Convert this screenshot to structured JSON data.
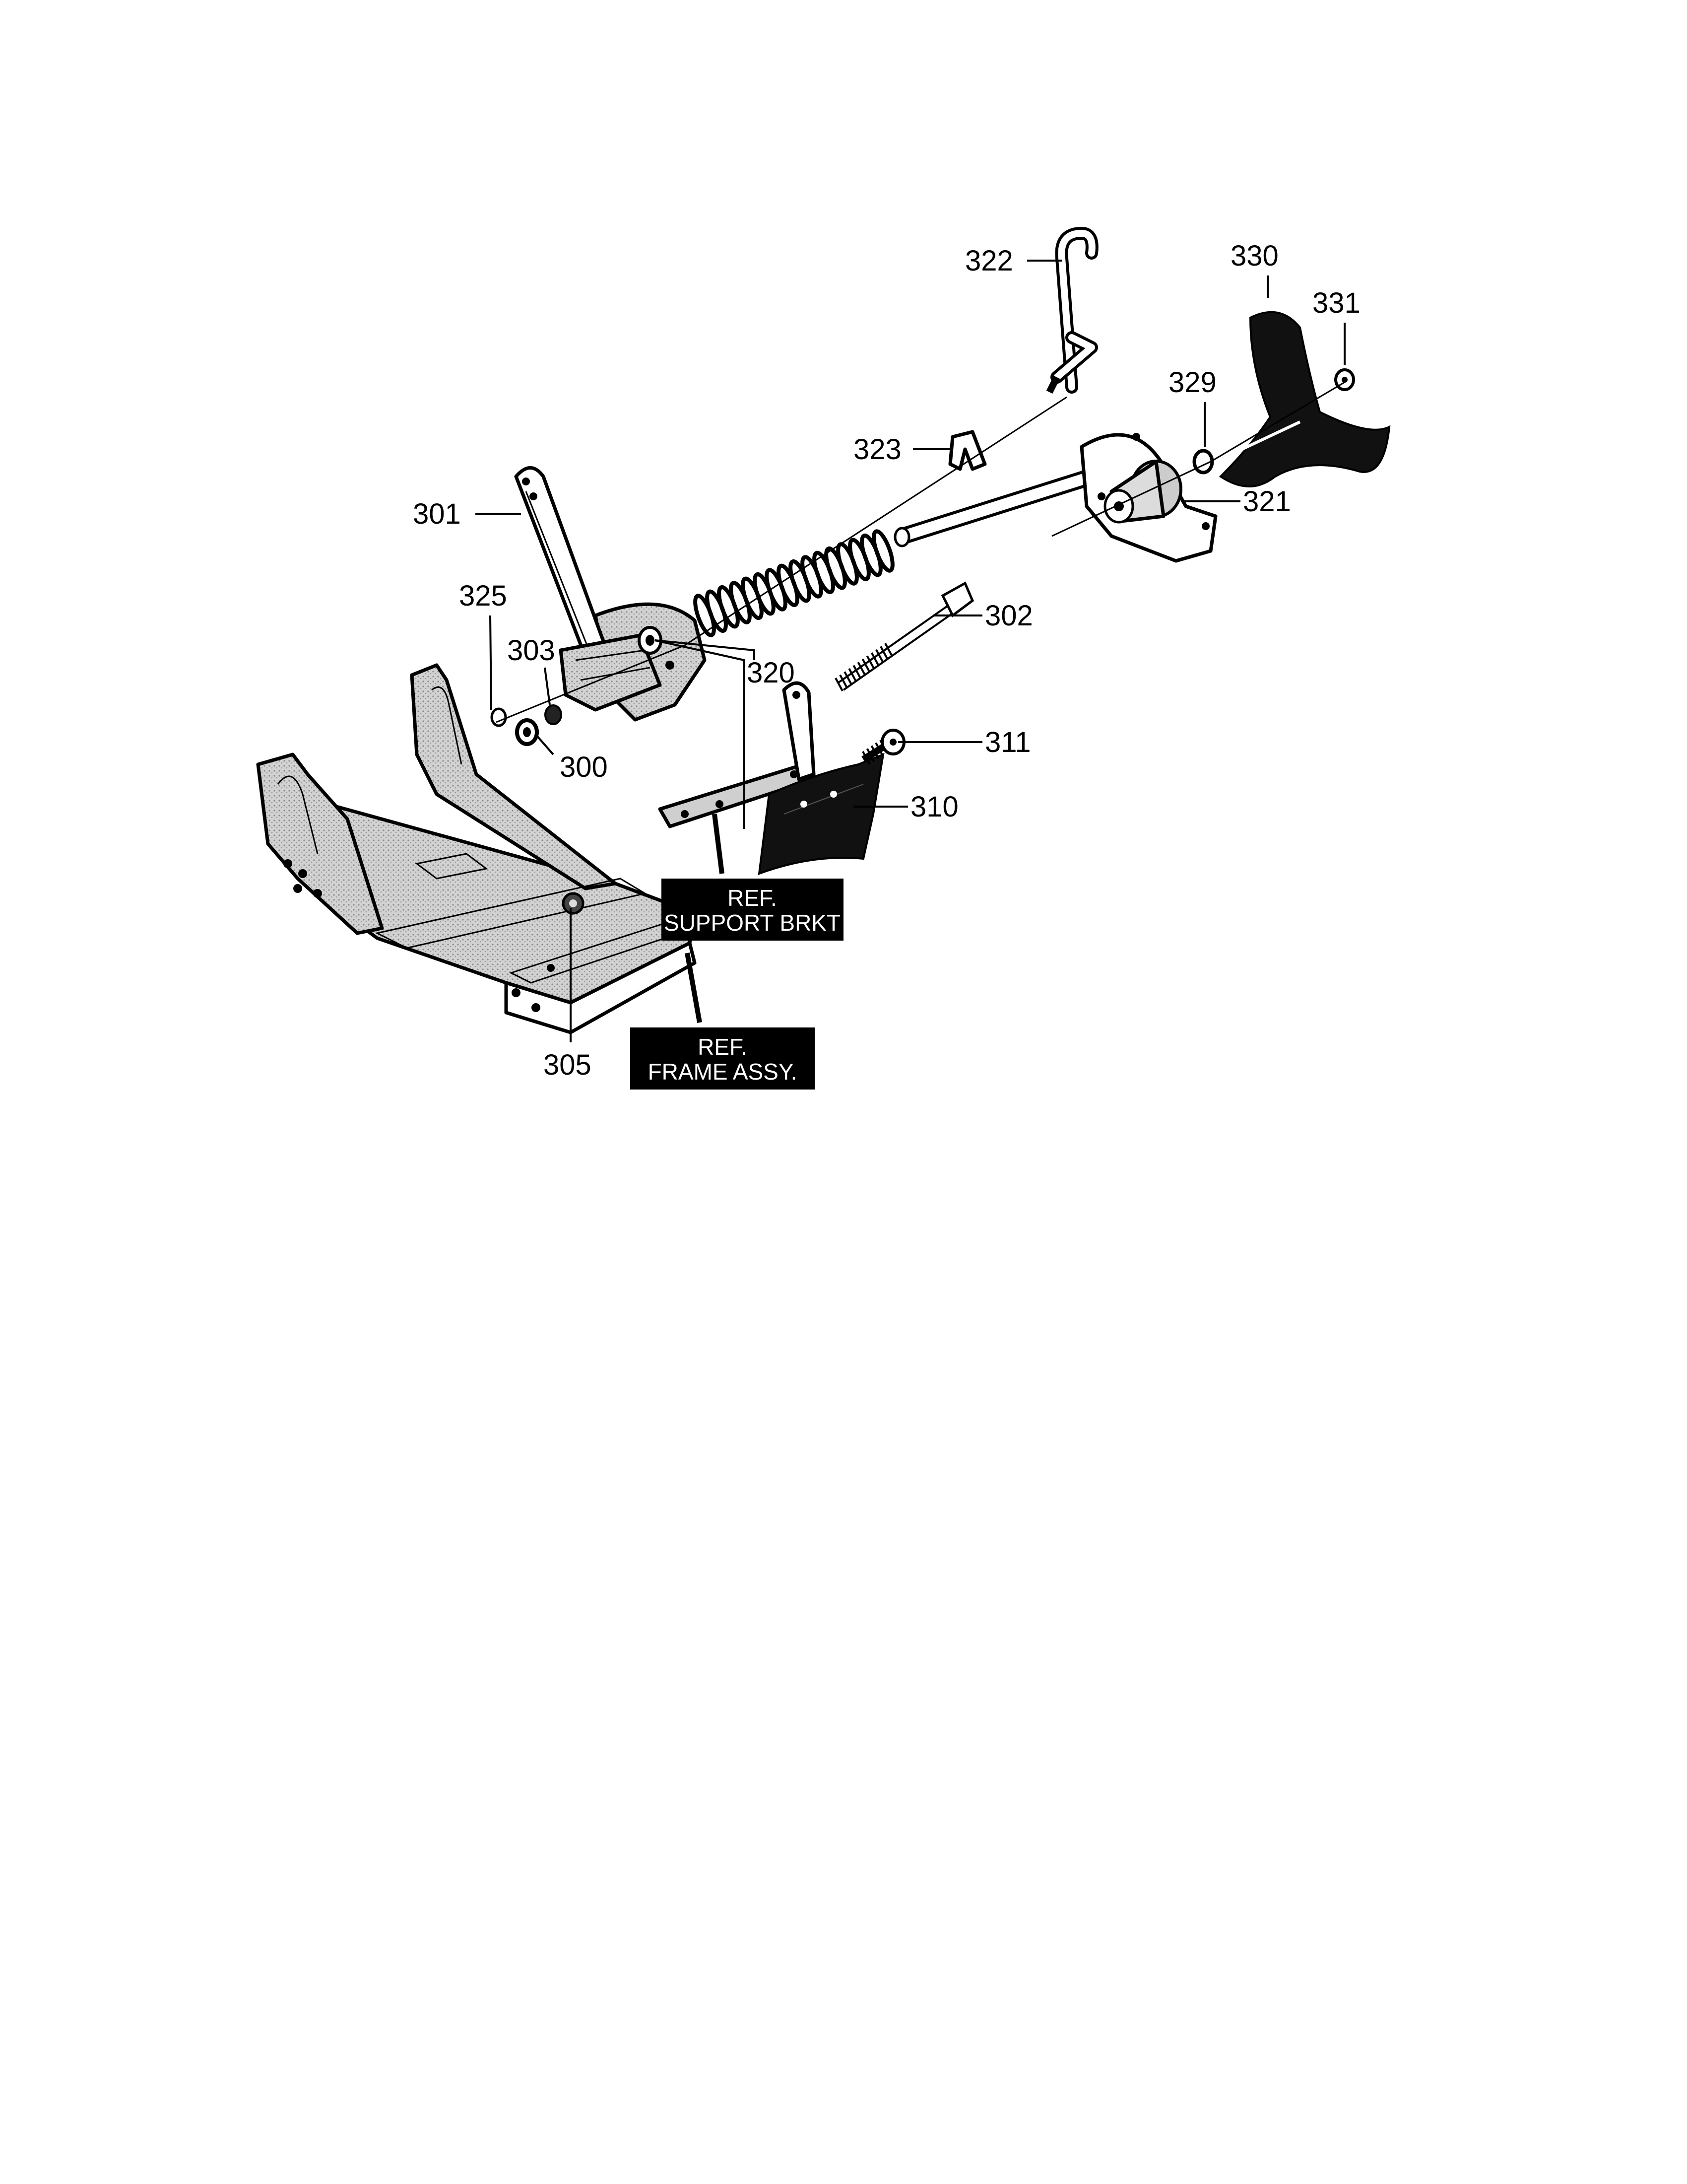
{
  "labels": {
    "p322": "322",
    "p330": "330",
    "p331": "331",
    "p329": "329",
    "p323": "323",
    "p321": "321",
    "p301": "301",
    "p325": "325",
    "p302": "302",
    "p303": "303",
    "p320": "320",
    "p311": "311",
    "p300": "300",
    "p310": "310",
    "p305": "305"
  },
  "ref_boxes": {
    "support_line1": "REF.",
    "support_line2": "SUPPORT BRKT",
    "frame_line1": "REF.",
    "frame_line2": "FRAME ASSY."
  },
  "colors": {
    "ink": "#000000",
    "paper": "#ffffff",
    "shade": "#c9c9c9",
    "dark_part": "#111111"
  }
}
